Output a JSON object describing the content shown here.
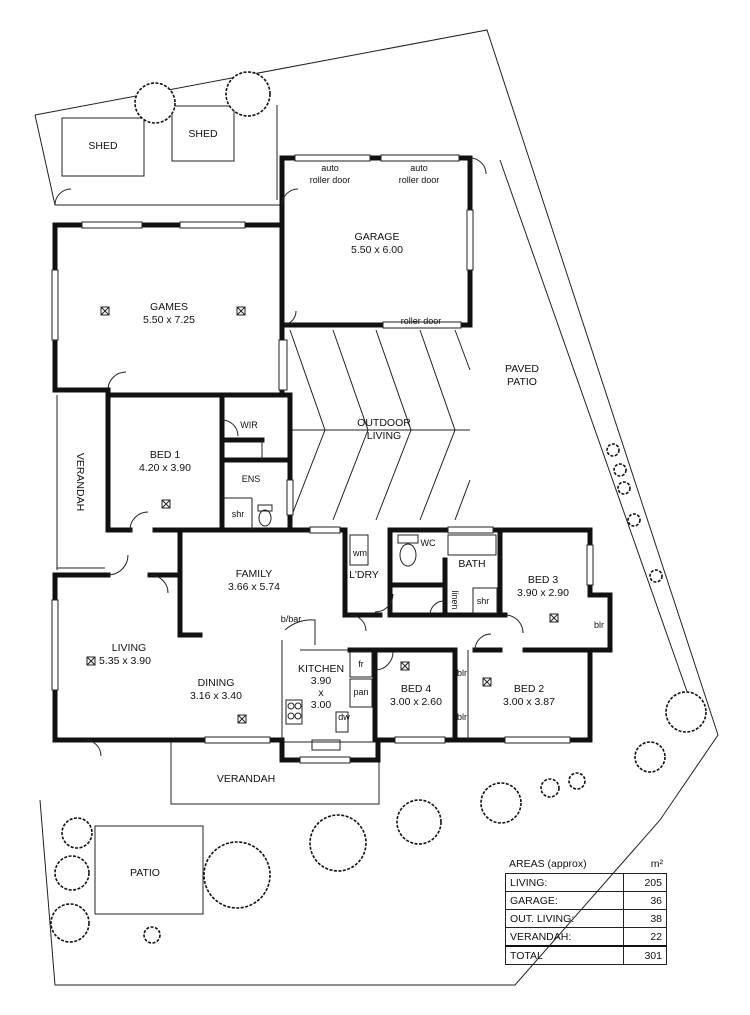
{
  "rooms": {
    "shed_1": "SHED",
    "shed_2": "SHED",
    "auto_roller_door_1": [
      "auto",
      "roller door"
    ],
    "auto_roller_door_2": [
      "auto",
      "roller door"
    ],
    "garage": {
      "name": "GARAGE",
      "dims": "5.50 x 6.00"
    },
    "roller_door": "roller door",
    "games": {
      "name": "GAMES",
      "dims": "5.50 x 7.25"
    },
    "paved_patio": [
      "PAVED",
      "PATIO"
    ],
    "outdoor_living": [
      "OUTDOOR",
      "LIVING"
    ],
    "wir": "WIR",
    "bed1": {
      "name": "BED 1",
      "dims": "4.20 x 3.90"
    },
    "ens": "ENS",
    "shr_ens": "shr",
    "verandah_side": "VERANDAH",
    "wm": "wm",
    "wc": "WC",
    "bath": "BATH",
    "ldry": "L'DRY",
    "linen": "linen",
    "shr_bath": "shr",
    "family": {
      "name": "FAMILY",
      "dims": "3.66 x 5.74"
    },
    "bed3": {
      "name": "BED 3",
      "dims": "3.90 x 2.90"
    },
    "blr_bed3": "blr",
    "bbar": "b/bar",
    "living": {
      "name": "LIVING",
      "dims": "5.35 x 3.90"
    },
    "kitchen": {
      "name": "KITCHEN",
      "dims1": "3.90",
      "x": "x",
      "dims2": "3.00"
    },
    "fr": "fr",
    "pan": "pan",
    "dw": "dw",
    "dining": {
      "name": "DINING",
      "dims": "3.16 x 3.40"
    },
    "bed4": {
      "name": "BED 4",
      "dims": "3.00 x 2.60"
    },
    "blr_bed4_1": "blr",
    "blr_bed4_2": "blr",
    "bed2": {
      "name": "BED 2",
      "dims": "3.00 x 3.87"
    },
    "verandah_rear": "VERANDAH",
    "patio": "PATIO"
  },
  "areas": {
    "title": "AREAS (approx)",
    "unit": "m²",
    "rows": [
      {
        "label": "LIVING:",
        "value": "205"
      },
      {
        "label": "GARAGE:",
        "value": "36"
      },
      {
        "label": "OUT. LIVING:",
        "value": "38"
      },
      {
        "label": "VERANDAH:",
        "value": "22"
      }
    ],
    "total": {
      "label": "TOTAL",
      "value": "301"
    }
  }
}
